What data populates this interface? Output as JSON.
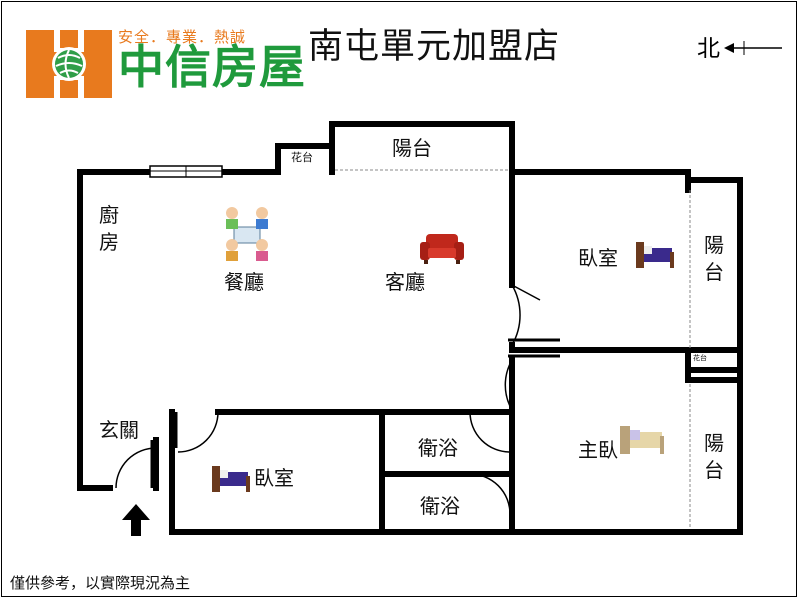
{
  "header": {
    "brand_name": "中信房屋",
    "slogan": "安全．專業．熱誠",
    "store_name": "南屯單元加盟店",
    "north_label": "北"
  },
  "rooms": {
    "kitchen": "廚房",
    "dining": "餐廳",
    "living": "客廳",
    "balcony_top": "陽台",
    "flower_bed": "花台",
    "bedroom_ne": "臥室",
    "balcony_east_upper": "陽台",
    "master_bedroom": "主臥",
    "balcony_east_lower": "陽台",
    "entrance": "玄關",
    "bedroom_south": "臥室",
    "bathroom_upper": "衛浴",
    "bathroom_lower": "衛浴",
    "small_east_storage": "花台"
  },
  "footer": {
    "disclaimer": "僅供參考，以實際現況為主"
  },
  "colors": {
    "brand_green": "#1f9a3c",
    "brand_orange": "#e87a1e",
    "wall": "#000000",
    "sofa_red": "#c0281c",
    "bed_purple": "#3a2a8c"
  },
  "icons": [
    "logo-icon",
    "north-arrow-icon",
    "entry-arrow-icon",
    "sofa-icon",
    "dining-table-icon",
    "bed-icon"
  ]
}
